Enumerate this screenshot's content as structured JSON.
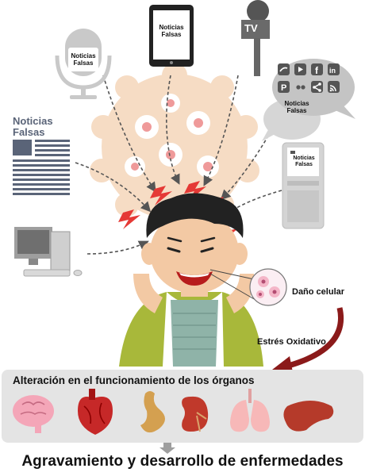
{
  "fake_news_label": "Noticias Falsas",
  "newspaper_headline": [
    "Noticias",
    "Falsas"
  ],
  "tv_label": "TV",
  "cell_damage_label": "Daño celular",
  "oxidative_stress_label": "Estrés Oxidativo",
  "organs_title": "Alteración en el funcionamiento de los órganos",
  "final_label": "Agravamiento y desarrollo de enfermedades",
  "colors": {
    "virus": "#f6dcc4",
    "virus_cell": "#ef9a9a",
    "bolt": "#e53935",
    "skin": "#f3c9a4",
    "hair": "#222222",
    "shirt": "#a8b83a",
    "arrow_red": "#8b1a1a",
    "panel": "#e4e4e4"
  },
  "social_icons": [
    "twitter-icon",
    "youtube-icon",
    "facebook-icon",
    "linkedin-icon",
    "pinterest-icon",
    "flickr-icon",
    "share-icon",
    "rss-icon"
  ],
  "organs": [
    "brain-icon",
    "heart-icon",
    "stomach-icon",
    "kidney-icon",
    "lungs-icon",
    "liver-icon"
  ]
}
